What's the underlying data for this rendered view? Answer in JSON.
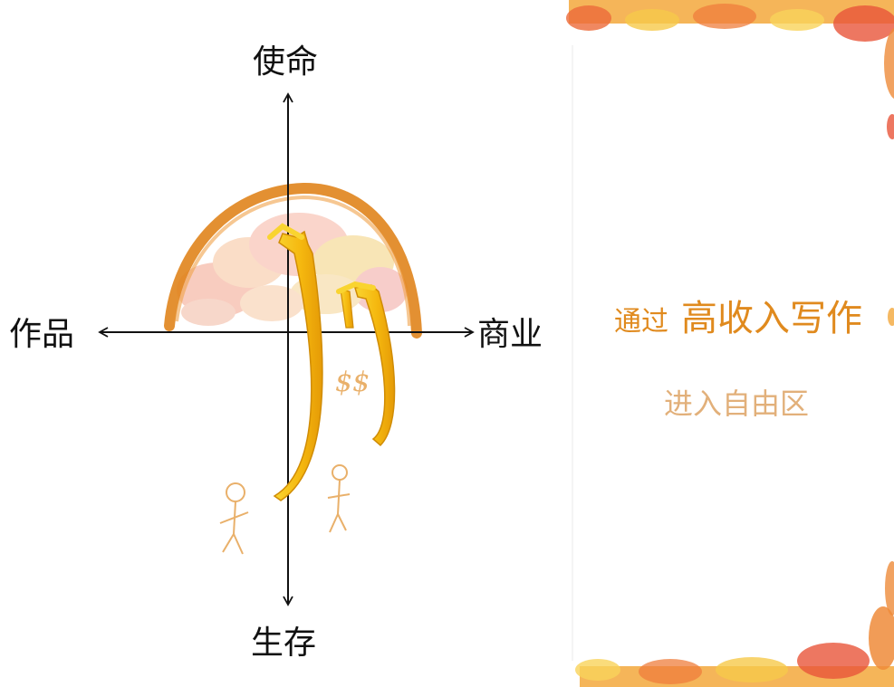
{
  "quadrant": {
    "axis_top": "使命",
    "axis_bottom": "生存",
    "axis_left": "作品",
    "axis_right": "商业",
    "money_label": "$$"
  },
  "right_panel": {
    "prefix": "通过",
    "title": "高收入写作",
    "subtitle": "进入自由区"
  },
  "colors": {
    "arc": "#e0841c",
    "arrow_yellow": "#f7c21a",
    "figure": "#e9b06a",
    "title": "#e08a1e",
    "subtitle": "#e2b07a",
    "axis": "#111111"
  }
}
